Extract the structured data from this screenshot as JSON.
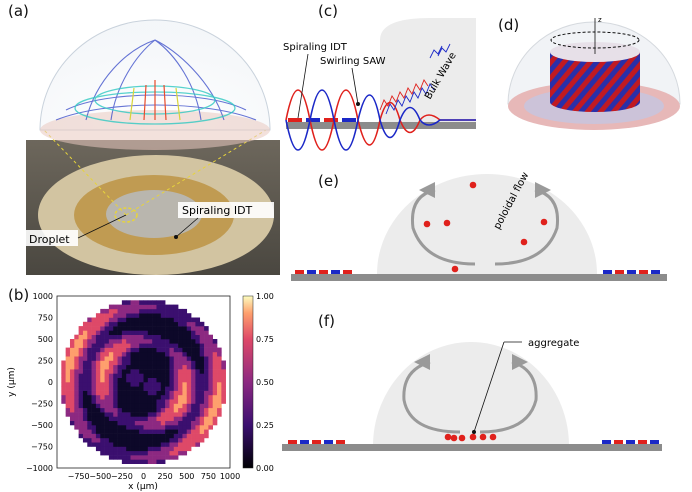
{
  "panels": {
    "a": {
      "label": "(a)",
      "droplet": "Droplet",
      "idt": "Spiraling IDT"
    },
    "b": {
      "label": "(b)"
    },
    "c": {
      "label": "(c)",
      "idt": "Spiraling IDT",
      "saw": "Swirling SAW",
      "bulk": "Bulk Wave"
    },
    "d": {
      "label": "(d)",
      "axis": "z"
    },
    "e": {
      "label": "(e)",
      "flow": "poloidal flow"
    },
    "f": {
      "label": "(f)",
      "aggregate": "aggregate"
    }
  },
  "chart_data": {
    "type": "heatmap",
    "xlabel": "x (μm)",
    "ylabel": "y (μm)",
    "xlim": [
      -1000,
      1000
    ],
    "ylim": [
      -1000,
      1000
    ],
    "xticks": [
      "−750",
      "−500",
      "−250",
      "0",
      "250",
      "500",
      "750",
      "1000"
    ],
    "yticks": [
      "1000",
      "750",
      "500",
      "250",
      "0",
      "−250",
      "−500",
      "−750",
      "−1000"
    ],
    "colorbar": {
      "min": 0.0,
      "max": 1.0,
      "ticks": [
        "1.00",
        "0.75",
        "0.50",
        "0.25",
        "0.00"
      ]
    },
    "colors": [
      "#0d0829",
      "#3b0f6f",
      "#8c2981",
      "#de4968",
      "#fe9f6d",
      "#fcfdbf"
    ]
  }
}
